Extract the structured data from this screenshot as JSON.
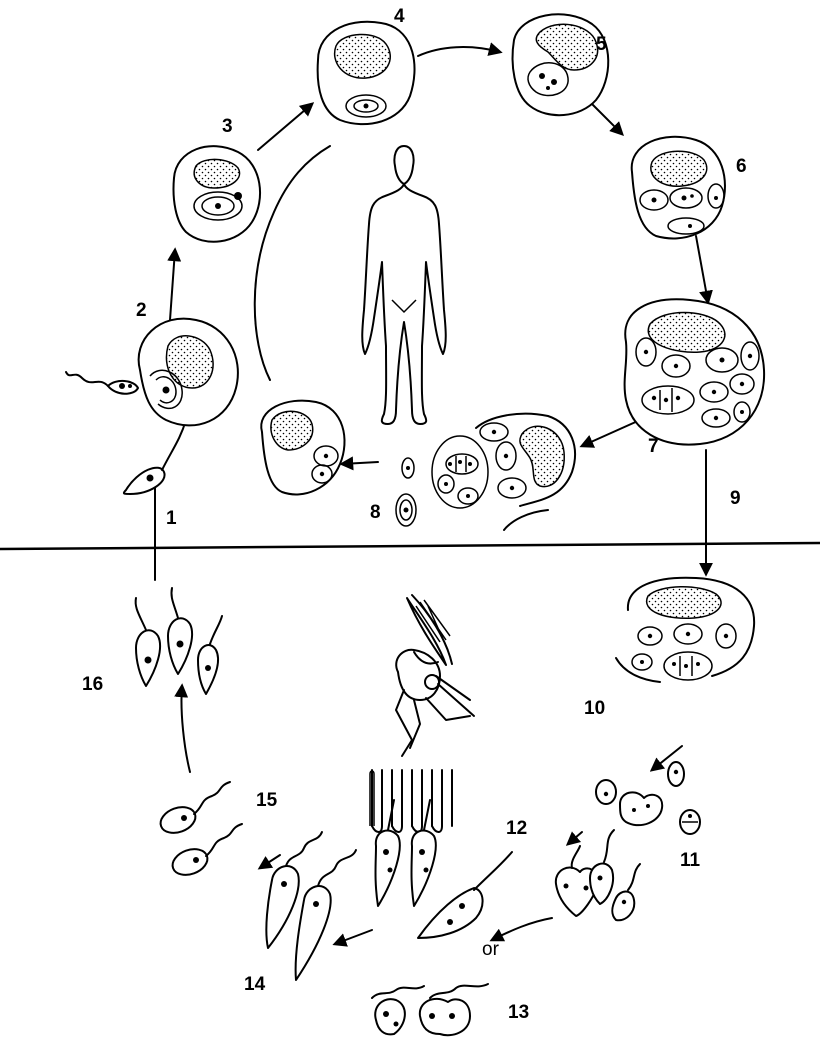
{
  "diagram": {
    "stage_labels": [
      "1",
      "2",
      "3",
      "4",
      "5",
      "6",
      "7",
      "8",
      "9",
      "10",
      "11",
      "12",
      "13",
      "14",
      "15",
      "16"
    ],
    "or_label": "or"
  }
}
